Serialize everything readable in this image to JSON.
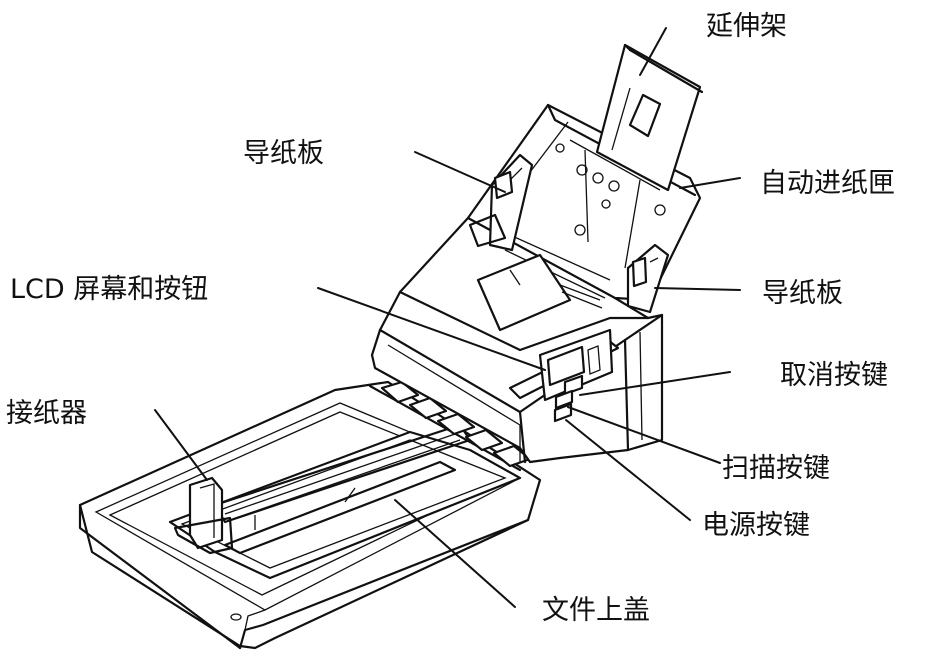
{
  "labels": {
    "extension_tray": "延伸架",
    "paper_guide_top": "导纸板",
    "adf_tray": "自动进纸匣",
    "paper_guide_right": "导纸板",
    "lcd_buttons": "LCD 屏幕和按钮",
    "cancel_button": "取消按键",
    "paper_stopper": "接纸器",
    "scan_button": "扫描按键",
    "power_button": "电源按键",
    "document_cover": "文件上盖"
  }
}
